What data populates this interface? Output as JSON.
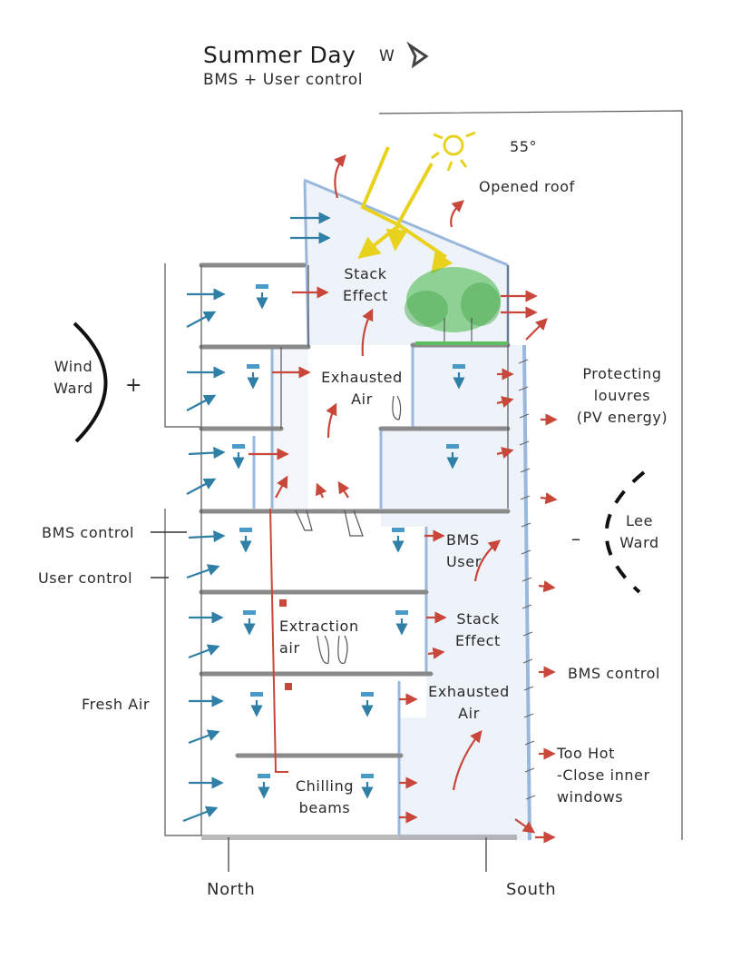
{
  "header": {
    "title": "Summer Day",
    "subtitle": "BMS + User control",
    "compass_letter": "W"
  },
  "labels": {
    "sun_angle": "55°",
    "opened_roof": "Opened roof",
    "stack_effect_top_1": "Stack",
    "stack_effect_top_2": "Effect",
    "exhausted_air_top_1": "Exhausted",
    "exhausted_air_top_2": "Air",
    "wind_ward_1": "Wind",
    "wind_ward_2": "Ward",
    "wind_ward_sign": "+",
    "protecting_louvres_1": "Protecting",
    "protecting_louvres_2": "louvres",
    "protecting_louvres_3": "(PV energy)",
    "lee_ward_1": "Lee",
    "lee_ward_2": "Ward",
    "lee_ward_sign": "–",
    "bms_control_left": "BMS control",
    "user_control_left": "User control",
    "bms_user_1": "BMS",
    "bms_user_2": "User",
    "stack_effect_mid_1": "Stack",
    "stack_effect_mid_2": "Effect",
    "extraction_air_1": "Extraction",
    "extraction_air_2": "air",
    "bms_control_right": "BMS control",
    "fresh_air": "Fresh Air",
    "exhausted_air_mid_1": "Exhausted",
    "exhausted_air_mid_2": "Air",
    "too_hot_1": "Too Hot",
    "too_hot_2": "-Close inner",
    "too_hot_3": "windows",
    "chilling_beams_1": "Chilling",
    "chilling_beams_2": "beams",
    "north": "North",
    "south": "South"
  },
  "colors": {
    "fresh_air_arrow": "#2f7fa6",
    "exhaust_air_arrow": "#c8463a",
    "sun": "#f2df2a",
    "glazing": "#9ab8dc",
    "atrium_fill": "#eef3fa",
    "slab": "#8a8a8a",
    "tree": "#5cbf60",
    "chilling_beam": "#4a9ac8"
  }
}
